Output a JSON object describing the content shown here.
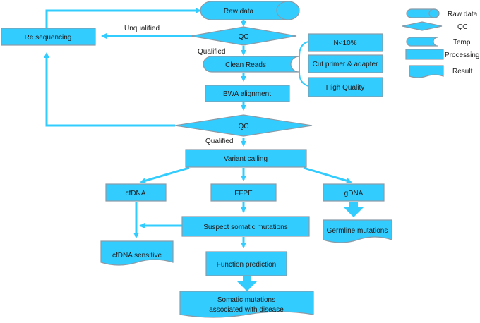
{
  "nodes": {
    "raw_data": "Raw data",
    "qc1": "QC",
    "re_sequencing": "Re sequencing",
    "unqualified": "Unqualified",
    "qualified1": "Qualified",
    "clean_reads": "Clean Reads",
    "n_lt_10": "N<10%",
    "cut_primer": "Cut primer & adapter",
    "high_quality": "High Quality",
    "bwa": "BWA alignment",
    "qc2": "QC",
    "qualified2": "Qualified",
    "variant_calling": "Variant calling",
    "cfdna": "cfDNA",
    "ffpe": "FFPE",
    "gdna": "gDNA",
    "suspect_somatic": "Suspect somatic mutations",
    "germline": "Germline mutations",
    "cfdna_sensitive": "cfDNA sensitive",
    "function_prediction": "Function prediction",
    "somatic_line1": "Somatic mutations",
    "somatic_line2": "associated with disease"
  },
  "legend": {
    "raw_data": "Raw data",
    "qc": "QC",
    "temp": "Temp",
    "processing": "Processing",
    "result": "Result"
  },
  "colors": {
    "fill": "#33ccff",
    "stroke": "#8a9aa6"
  }
}
